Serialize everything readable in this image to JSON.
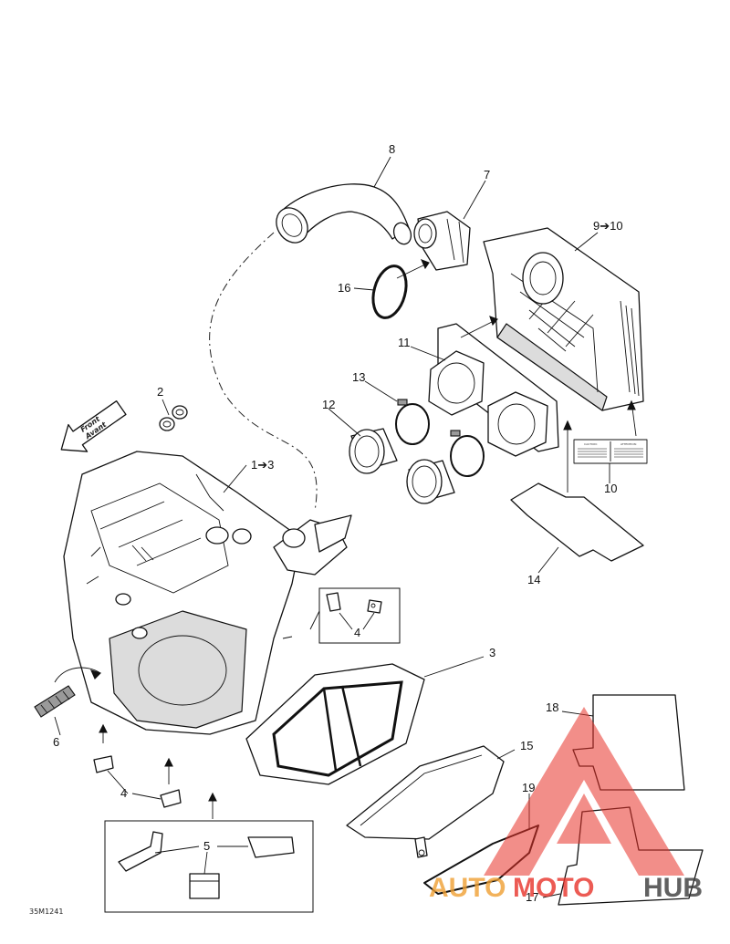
{
  "callouts": {
    "c8": "8",
    "c7": "7",
    "c9_10": "9➔10",
    "c16": "16",
    "c11": "11",
    "c13": "13",
    "c12": "12",
    "c2": "2",
    "c1_3": "1➔3",
    "c10": "10",
    "c14": "14",
    "c4a": "4",
    "c3": "3",
    "c6": "6",
    "c18": "18",
    "c15": "15",
    "c19": "19",
    "c4b": "4",
    "c5": "5",
    "c17": "17"
  },
  "front_arrow": {
    "line1": "Front",
    "line2": "Avant"
  },
  "label_sticker": {
    "left": "CAUTION:",
    "right": "ATTENTION:"
  },
  "drawing_code": "35M1241",
  "watermark": {
    "part1": "AUTO",
    "part2": "MOTO",
    "part3": "HUB",
    "color_red": "#e8332a",
    "color_orange": "#f0a033",
    "color_dark": "#3a3a3a"
  }
}
